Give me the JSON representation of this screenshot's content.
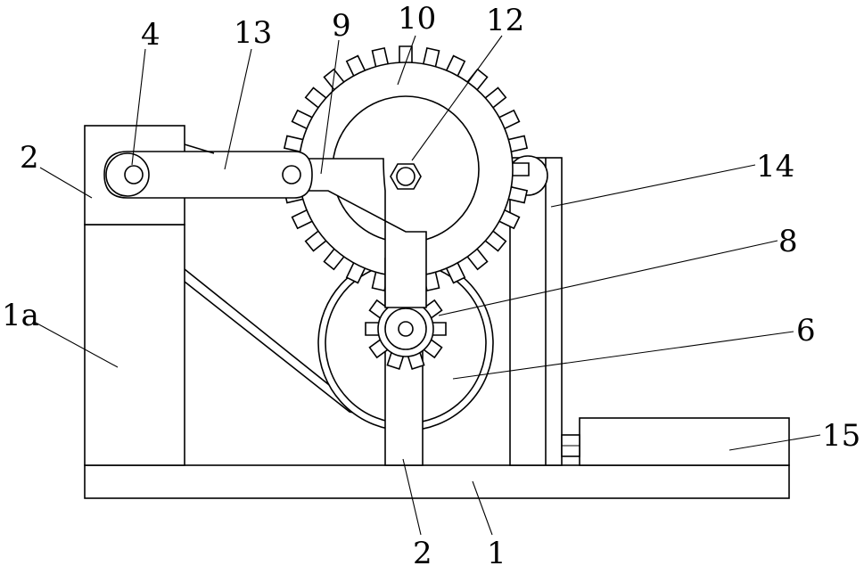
{
  "labels": {
    "l4": "4",
    "l13": "13",
    "l9": "9",
    "l10": "10",
    "l12": "12",
    "l2_top": "2",
    "l14": "14",
    "l8": "8",
    "l1a": "1a",
    "l6": "6",
    "l15": "15",
    "l2_bottom": "2",
    "l1": "1"
  }
}
